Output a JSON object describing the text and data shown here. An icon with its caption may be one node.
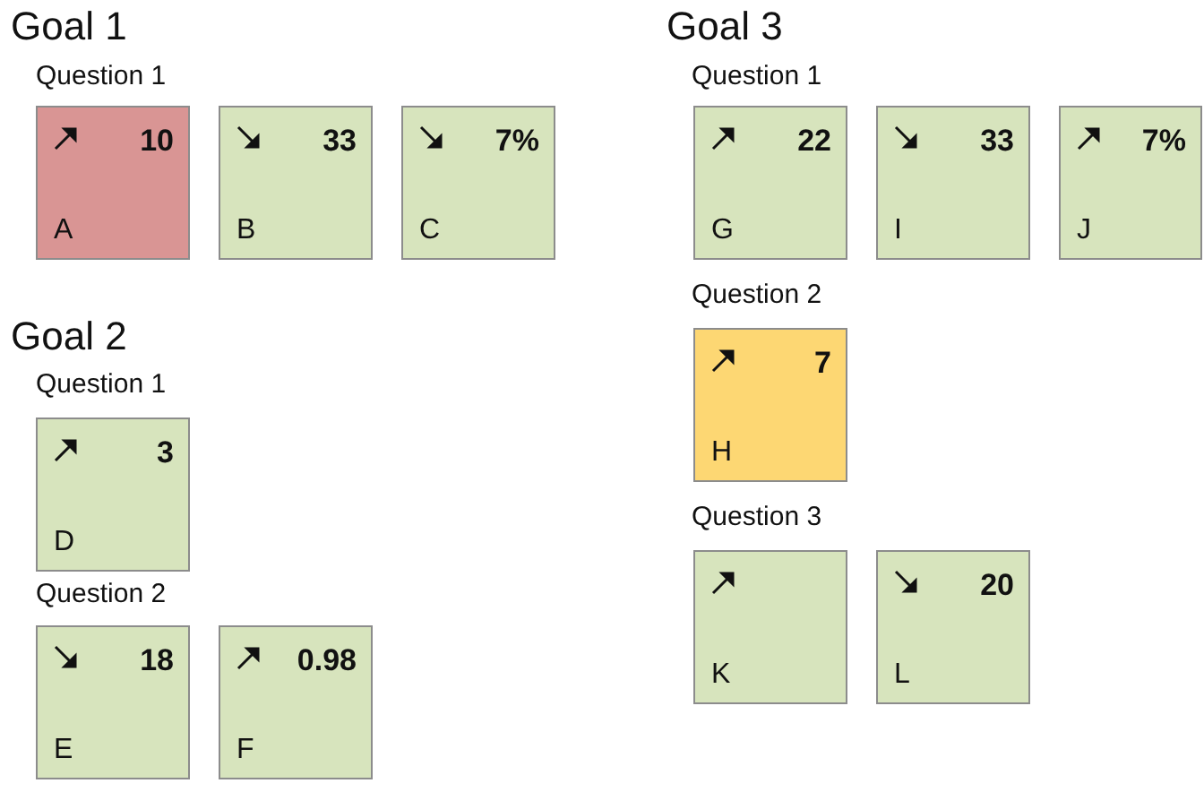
{
  "diagram": {
    "nodes": [
      {
        "text": [
          "10",
          "A"
        ]
      },
      {
        "text": [
          "33",
          "B"
        ]
      },
      {
        "text": [
          "7%",
          "C"
        ]
      },
      {
        "text": [
          "3",
          "D"
        ]
      },
      {
        "text": [
          "18",
          "E"
        ]
      },
      {
        "text": [
          "0.98",
          "F"
        ]
      },
      {
        "text": [
          "22",
          "G"
        ]
      },
      {
        "text": [
          "33",
          "I"
        ]
      },
      {
        "text": [
          "7%",
          "J"
        ]
      },
      {
        "text": [
          "7",
          "H"
        ]
      },
      {
        "text": [
          "K"
        ]
      },
      {
        "text": [
          "20",
          "L"
        ]
      }
    ],
    "labels": [
      "Goal 1",
      "Question 1",
      "Goal 2",
      "Question 1",
      "Question 2",
      "Goal 3",
      "Question 1",
      "Question 2",
      "Question 3"
    ]
  }
}
